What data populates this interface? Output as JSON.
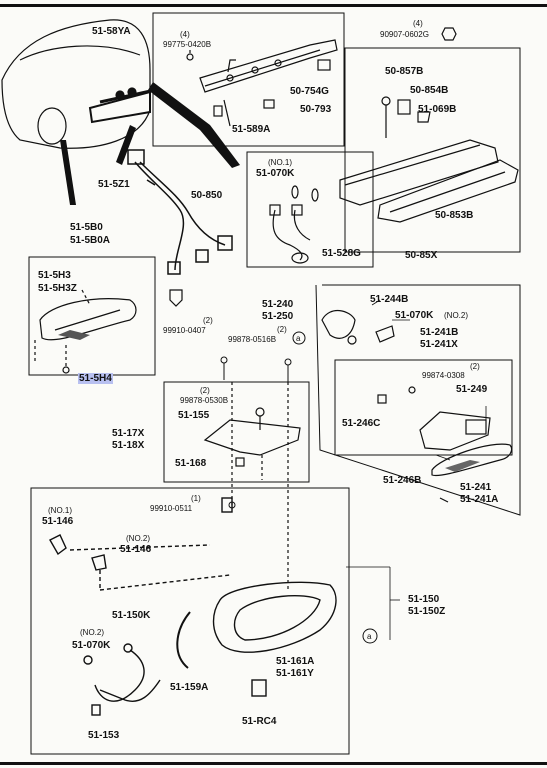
{
  "labels": {
    "l_5158ya": "51-58YA",
    "l_q4a": "(4)",
    "l_99775": "99775-0420B",
    "l_50754g": "50-754G",
    "l_50793": "50-793",
    "l_51589a": "51-589A",
    "l_q4b": "(4)",
    "l_90907": "90907-0602G",
    "l_50857b": "50-857B",
    "l_50854b": "50-854B",
    "l_51069b": "51-069B",
    "l_515z1": "51-5Z1",
    "l_50850": "50-850",
    "l_no1a": "(NO.1)",
    "l_51070k_a": "51-070K",
    "l_51528g": "51-528G",
    "l_50853b": "50-853B",
    "l_5085x": "50-85X",
    "l_515b0": "51-5B0",
    "l_515b0a": "51-5B0A",
    "l_515h3": "51-5H3",
    "l_515h3z": "51-5H3Z",
    "l_q2a": "(2)",
    "l_99910_0407": "99910-0407",
    "l_515h4": "51-5H4",
    "l_51240": "51-240",
    "l_51250": "51-250",
    "l_q2b": "(2)",
    "l_99878_0516": "99878-0516B",
    "l_a1": "a",
    "l_51244b": "51-244B",
    "l_51070k_no2": "51-070K",
    "l_no2a": "(NO.2)",
    "l_51241b": "51-241B",
    "l_51241x": "51-241X",
    "l_q2c": "(2)",
    "l_99874": "99874-0308",
    "l_51249": "51-249",
    "l_51246c": "51-246C",
    "l_q2d": "(2)",
    "l_99878_0530": "99878-0530B",
    "l_51155": "51-155",
    "l_5117x": "51-17X",
    "l_5118x": "51-18X",
    "l_51168": "51-168",
    "l_51246b": "51-246B",
    "l_51241": "51-241",
    "l_51241a": "51-241A",
    "l_q1": "(1)",
    "l_99910_0511": "99910-0511",
    "l_no1b": "(NO.1)",
    "l_51146a": "51-146",
    "l_no2b": "(NO.2)",
    "l_51146b": "51-146",
    "l_51150k": "51-150K",
    "l_no2c": "(NO.2)",
    "l_51070k_b": "51-070K",
    "l_51150": "51-150",
    "l_51150z": "51-150Z",
    "l_a2": "a",
    "l_51159a": "51-159A",
    "l_51161a": "51-161A",
    "l_51161y": "51-161Y",
    "l_51153": "51-153",
    "l_51rc4": "51-RC4"
  },
  "colors": {
    "ink": "#111111",
    "highlight": "#b8c0f0",
    "paper": "#fbfbf8"
  }
}
